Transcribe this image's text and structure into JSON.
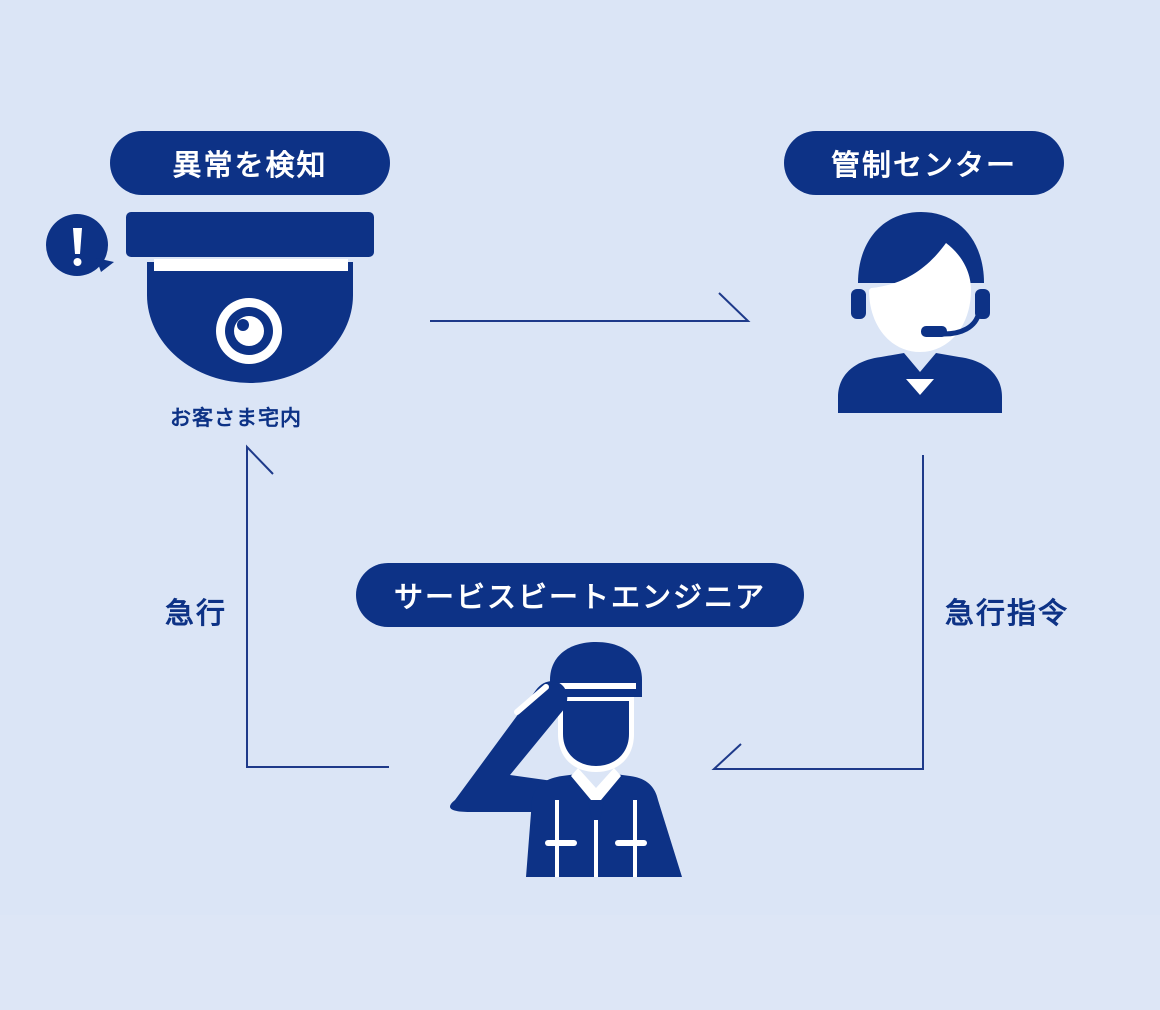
{
  "nodes": {
    "detect": {
      "label": "異常を検知"
    },
    "center": {
      "label": "管制センター"
    },
    "engineer": {
      "label": "サービスビートエンジニア"
    }
  },
  "labels": {
    "customer_home": "お客さま宅内",
    "rush": "急行",
    "dispatch": "急行指令"
  },
  "icons": {
    "camera": "security-camera-icon",
    "alert": "exclamation-bubble-icon",
    "operator": "headset-operator-icon",
    "engineer": "saluting-engineer-icon"
  },
  "colors": {
    "background": "#dbe5f6",
    "primary": "#0d3286",
    "line": "#1e3a8a"
  }
}
